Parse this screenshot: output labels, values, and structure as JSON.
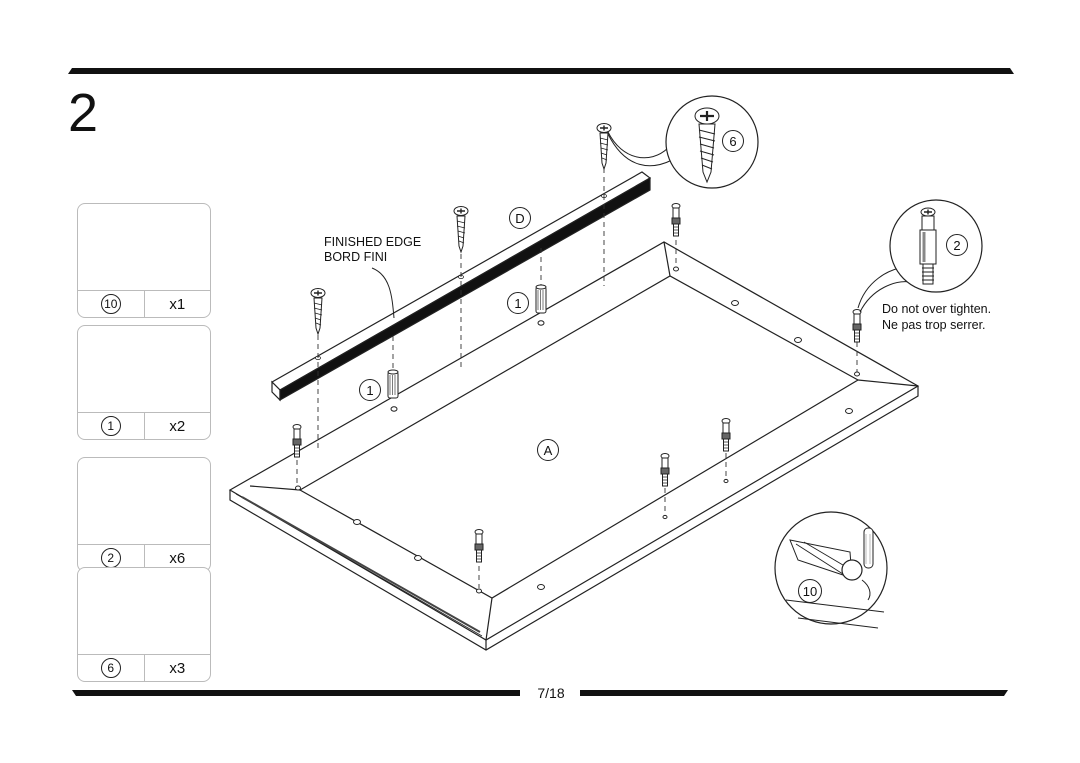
{
  "step": {
    "number": "2"
  },
  "parts": [
    {
      "id": "10",
      "qty": "x1",
      "icon": "cam-lock-bolt-icon"
    },
    {
      "id": "1",
      "qty": "x2",
      "icon": "wooden-dowel-icon"
    },
    {
      "id": "2",
      "qty": "x6",
      "icon": "cam-bolt-icon"
    },
    {
      "id": "6",
      "qty": "x3",
      "icon": "phillips-screw-icon"
    }
  ],
  "labels": {
    "finished_edge_en": "FINISHED EDGE",
    "finished_edge_fr": "BORD FINI",
    "panel_d": "D",
    "panel_a": "A",
    "dowel_ref_top": "1",
    "dowel_ref_left": "1",
    "screw_callout": "6",
    "bolt_callout": "2",
    "cam_callout": "10"
  },
  "note": {
    "en": "Do not over tighten.",
    "fr": "Ne pas trop serrer."
  },
  "footer": {
    "page": "7/18"
  }
}
